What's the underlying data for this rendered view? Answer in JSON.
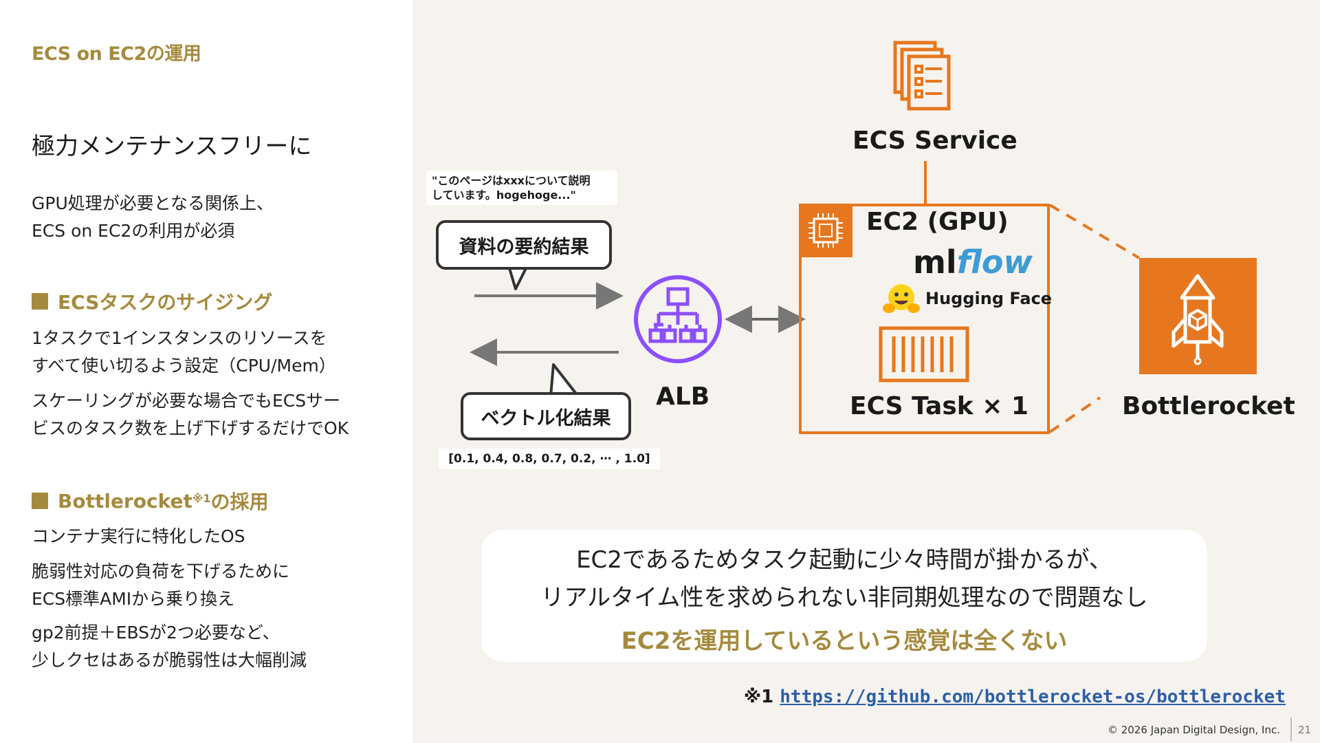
{
  "left": {
    "section_label": "ECS on EC2の運用",
    "headline": "極力メンテナンスフリーに",
    "intro": [
      "GPU処理が必要となる関係上、",
      "ECS on EC2の利用が必須"
    ],
    "sizing": {
      "title": "ECSタスクのサイジング",
      "para1": [
        "1タスクで1インスタンスのリソースを",
        "すべて使い切るよう設定（CPU/Mem）"
      ],
      "para2": [
        "スケーリングが必要な場合でもECSサー",
        "ビスのタスク数を上げ下げするだけでOK"
      ]
    },
    "bottlerocket": {
      "title": "Bottlerocket",
      "title_sup": "※1",
      "title_suffix": "の採用",
      "para1": [
        "コンテナ実行に特化したOS"
      ],
      "para2": [
        "脆弱性対応の負荷を下げるために",
        "ECS標準AMIから乗り換え"
      ],
      "para3": [
        "gp2前提＋EBSが2つ必要など、",
        "少しクセはあるが脆弱性は大幅削減"
      ]
    }
  },
  "diagram": {
    "quote": [
      "\"このページはxxxについて説明",
      "しています。hogehoge...\""
    ],
    "summary_bubble": "資料の要約結果",
    "vector_bubble": "ベクトル化結果",
    "vector_value": "[0.1, 0.4, 0.8, 0.7, 0.2, ⋯ , 1.0]",
    "alb_label": "ALB",
    "ecs_service_label": "ECS Service",
    "ec2_label": "EC2 (GPU)",
    "mlflow_ml": "ml",
    "mlflow_flow": "flow",
    "hugging_face_label": "Hugging Face",
    "ecs_task_label": "ECS Task × 1",
    "bottlerocket_label": "Bottlerocket",
    "colors": {
      "aws_orange": "#e6771e",
      "alb_purple": "#8c4fff",
      "accent_gold": "#a58a3e",
      "link_blue": "#2d5fa8"
    },
    "icons": [
      "document-stack-icon",
      "alb-icon",
      "chip-icon",
      "container-icon",
      "rocket-icon",
      "hugging-face-icon"
    ]
  },
  "note": {
    "line1": "EC2であるためタスク起動に少々時間が掛かるが、",
    "line2": "リアルタイム性を求められない非同期処理なので問題なし",
    "highlight": "EC2を運用しているという感覚は全くない"
  },
  "footer": {
    "footnote_mark": "※1",
    "footnote_link": "https://github.com/bottlerocket-os/bottlerocket",
    "copyright": "© 2026 Japan Digital Design, Inc.",
    "page_number": "21"
  }
}
